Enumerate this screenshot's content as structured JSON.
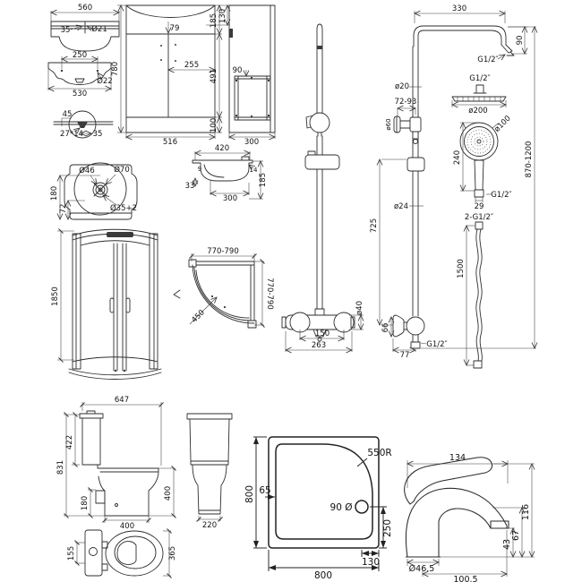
{
  "page": {
    "background": "#ffffff",
    "line_color": "#2e2e2e"
  },
  "drawings": {
    "basin_front": {
      "width": "560",
      "tap_offset": "35",
      "tap_hole": "Ø21"
    },
    "basin_underside": {
      "bolt_spacing": "250",
      "width": "530",
      "bolt_hole": "Ø22"
    },
    "overflow_detail": {
      "depth": "45",
      "slot": "27*14",
      "width": "35"
    },
    "basin_plan": {
      "waste_inner": "Ø46",
      "waste_outer": "Ø70",
      "depth_a": "180",
      "depth_b": "72",
      "waste_hole": "Ø35+2"
    },
    "vanity_front": {
      "height": "780",
      "basin_drop": "79",
      "top_section": "185",
      "top_inner": "130",
      "door_width": "255",
      "door_height": "491",
      "plinth": "100",
      "width": "516"
    },
    "vanity_side": {
      "shelf_gap": "90",
      "depth": "300"
    },
    "basin_side": {
      "width": "420",
      "height": "185",
      "upstand": "14",
      "lip": "9",
      "front_drop": "33",
      "bowl_width": "300"
    },
    "enclosure": {
      "height": "1850"
    },
    "tray_plan_small": {
      "width": "770-790",
      "depth": "770-790",
      "radius": "450"
    },
    "slide_rail": {
      "flange_dia": "ø40",
      "outlet_spacing": "150",
      "valve_width": "263"
    },
    "shower_column": {
      "arm_length": "330",
      "arm_drop": "90",
      "arm_thread": "G1/2″",
      "head_thread": "G1/2″",
      "head_dia": "ø200",
      "pipe_dia": "ø20",
      "wall_gap": "72-93",
      "bracket_dia": "ø60",
      "height_range": "870-1200",
      "handset_dia": "ø100",
      "handset_len": "240",
      "handset_thread": "G1/2″",
      "handset_conn": "29",
      "rail_len": "725",
      "rail_dia": "ø24",
      "hose_threads": "2-G1/2″",
      "hose_len": "1500",
      "valve_flange": "66",
      "valve_offset": "77",
      "valve_thread": "G1/2″"
    },
    "toilet_side": {
      "width": "647",
      "height": "831",
      "cistern": "422",
      "outlet": "180",
      "base": "400",
      "bowl_height": "400"
    },
    "toilet_front": {
      "width": "220"
    },
    "toilet_plan": {
      "cistern_depth": "155",
      "seat_length": "365"
    },
    "tray_plan_large": {
      "depth": "800",
      "rim": "65",
      "radius": "550R",
      "drain": "90 Ø",
      "drain_offset_y": "250",
      "drain_offset_x": "130",
      "width": "800"
    },
    "tap": {
      "length": "134",
      "height": "116",
      "spout_top": "67",
      "spout_clearance": "43",
      "base_dia": "Ø46.5",
      "spout_reach": "100.5"
    }
  }
}
